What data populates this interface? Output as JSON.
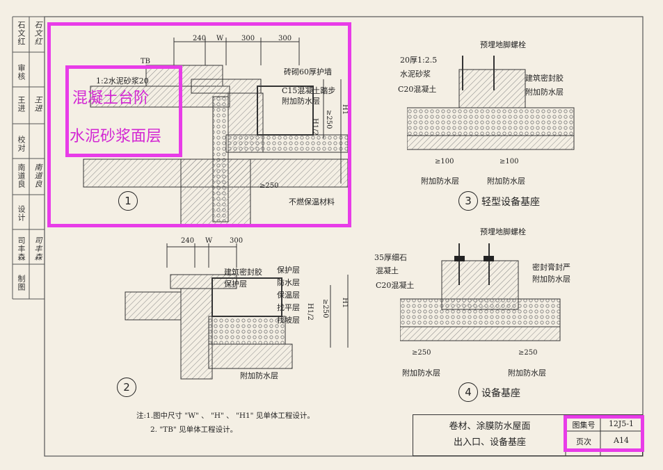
{
  "stamp_column": [
    {
      "role": "石文红",
      "sign": "石文红"
    },
    {
      "role": "审核",
      "sign": ""
    },
    {
      "role": "王进",
      "sign": "王进"
    },
    {
      "role": "校对",
      "sign": ""
    },
    {
      "role": "南道良",
      "sign": "南道良"
    },
    {
      "role": "设计",
      "sign": ""
    },
    {
      "role": "司丰森",
      "sign": "司丰森"
    },
    {
      "role": "制图",
      "sign": ""
    }
  ],
  "detail1": {
    "number": "1",
    "dims_top": [
      "240",
      "W",
      "300",
      "300"
    ],
    "tb": "TB",
    "mortar": "1:2水泥砂浆20",
    "labels": [
      "砖砌60厚护墙",
      "C15混凝土踏步",
      "附加防水层",
      "不燃保温材料"
    ],
    "dims_side": [
      "H1",
      "H1/2",
      "≥250",
      "≥250"
    ]
  },
  "overlay": {
    "line1": "混凝土台阶",
    "line2": "水泥砂浆面层"
  },
  "detail2": {
    "number": "2",
    "dims_top": [
      "240",
      "W",
      "300"
    ],
    "labels_left": [
      "建筑密封胶",
      "保护层"
    ],
    "labels_right": [
      "保护层",
      "防水层",
      "保温层",
      "找平层",
      "找坡层"
    ],
    "bottom_label": "附加防水层",
    "dims_side": [
      "H1/2",
      "≥250",
      "H1"
    ]
  },
  "detail3": {
    "number": "3",
    "caption": "轻型设备基座",
    "labels": [
      "预埋地脚螺栓",
      "20厚1:2.5",
      "水泥砂浆",
      "C20混凝土",
      "建筑密封胶",
      "附加防水层"
    ],
    "dims": [
      "≥100",
      "≥100"
    ],
    "bottom_labels": [
      "附加防水层",
      "附加防水层"
    ]
  },
  "detail4": {
    "number": "4",
    "caption": "设备基座",
    "labels": [
      "预埋地脚螺栓",
      "35厚细石",
      "混凝土",
      "C20混凝土",
      "密封膏封严",
      "附加防水层"
    ],
    "dims": [
      "≥250",
      "≥250"
    ],
    "bottom_labels": [
      "附加防水层",
      "附加防水层"
    ]
  },
  "notes": {
    "line1": "注:1.图中尺寸 \"W\" 、 \"H\" 、 \"H1\" 见单体工程设计。",
    "line2": "2. \"TB\" 见单体工程设计。"
  },
  "title_block": {
    "title1": "卷材、涂膜防水屋面",
    "title2": "出入口、设备基座",
    "atlas_label": "图集号",
    "atlas_value": "12J5-1",
    "page_label": "页次",
    "page_value": "A14"
  },
  "colors": {
    "highlight": "#e83ce8",
    "overlay_text": "#d326d3",
    "paper": "#f4efe4"
  }
}
